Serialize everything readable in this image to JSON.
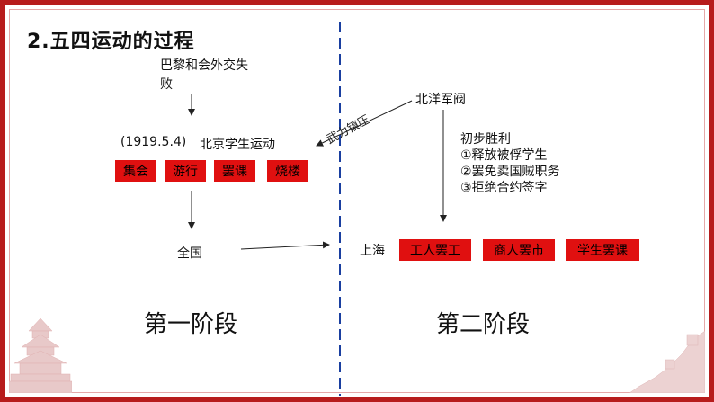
{
  "title": "2.五四运动的过程",
  "stage1": {
    "cause": "巴黎和会外交失败",
    "cause_line1": "巴黎和会外交失",
    "cause_line2": "败",
    "date": "(1919.5.4)",
    "movement": "北京学生运动",
    "actions": [
      "集会",
      "游行",
      "罢课",
      "烧楼"
    ],
    "spread": "全国",
    "label": "第一阶段"
  },
  "suppression": "武力镇压",
  "warlord": "北洋军阀",
  "stage2": {
    "victory_title": "初步胜利",
    "victory_items": [
      "①释放被俘学生",
      "②罢免卖国贼职务",
      "③拒绝合约签字"
    ],
    "place": "上海",
    "actions": [
      "工人罢工",
      "商人罢市",
      "学生罢课"
    ],
    "label": "第二阶段"
  },
  "colors": {
    "frame": "#b71c1c",
    "box": "#e01010",
    "divider": "#1a3fa0"
  }
}
